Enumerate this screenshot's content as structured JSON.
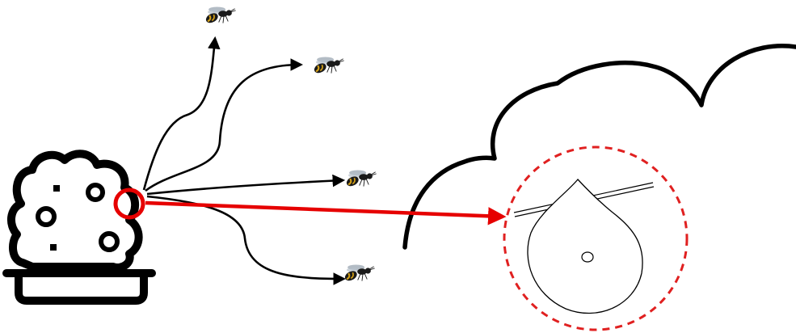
{
  "diagram": {
    "background": "#ffffff",
    "colors": {
      "outline": "#000000",
      "highlight": "#e60000",
      "zoom_ring": "#e02020",
      "wasp_body": "#1a1a1a",
      "wasp_stripe": "#d4a017",
      "wasp_wing": "#9aa6b2"
    },
    "nodes": [
      {
        "id": "source-plant",
        "icon": "plant-in-pot-icon"
      },
      {
        "id": "highlight-spot",
        "icon": "red-circle"
      },
      {
        "id": "wasp-1",
        "icon": "wasp-icon"
      },
      {
        "id": "wasp-2",
        "icon": "wasp-icon"
      },
      {
        "id": "wasp-3",
        "icon": "wasp-icon"
      },
      {
        "id": "wasp-4",
        "icon": "wasp-icon"
      },
      {
        "id": "cloud-callout",
        "icon": "cloud-outline"
      },
      {
        "id": "zoom-detail",
        "icon": "droplet-on-stem-icon"
      }
    ],
    "edges": [
      {
        "from": "source-plant",
        "to": "wasp-1"
      },
      {
        "from": "source-plant",
        "to": "wasp-2"
      },
      {
        "from": "source-plant",
        "to": "wasp-3"
      },
      {
        "from": "source-plant",
        "to": "wasp-4"
      },
      {
        "from": "highlight-spot",
        "to": "zoom-detail",
        "style": "red-arrow"
      }
    ]
  }
}
